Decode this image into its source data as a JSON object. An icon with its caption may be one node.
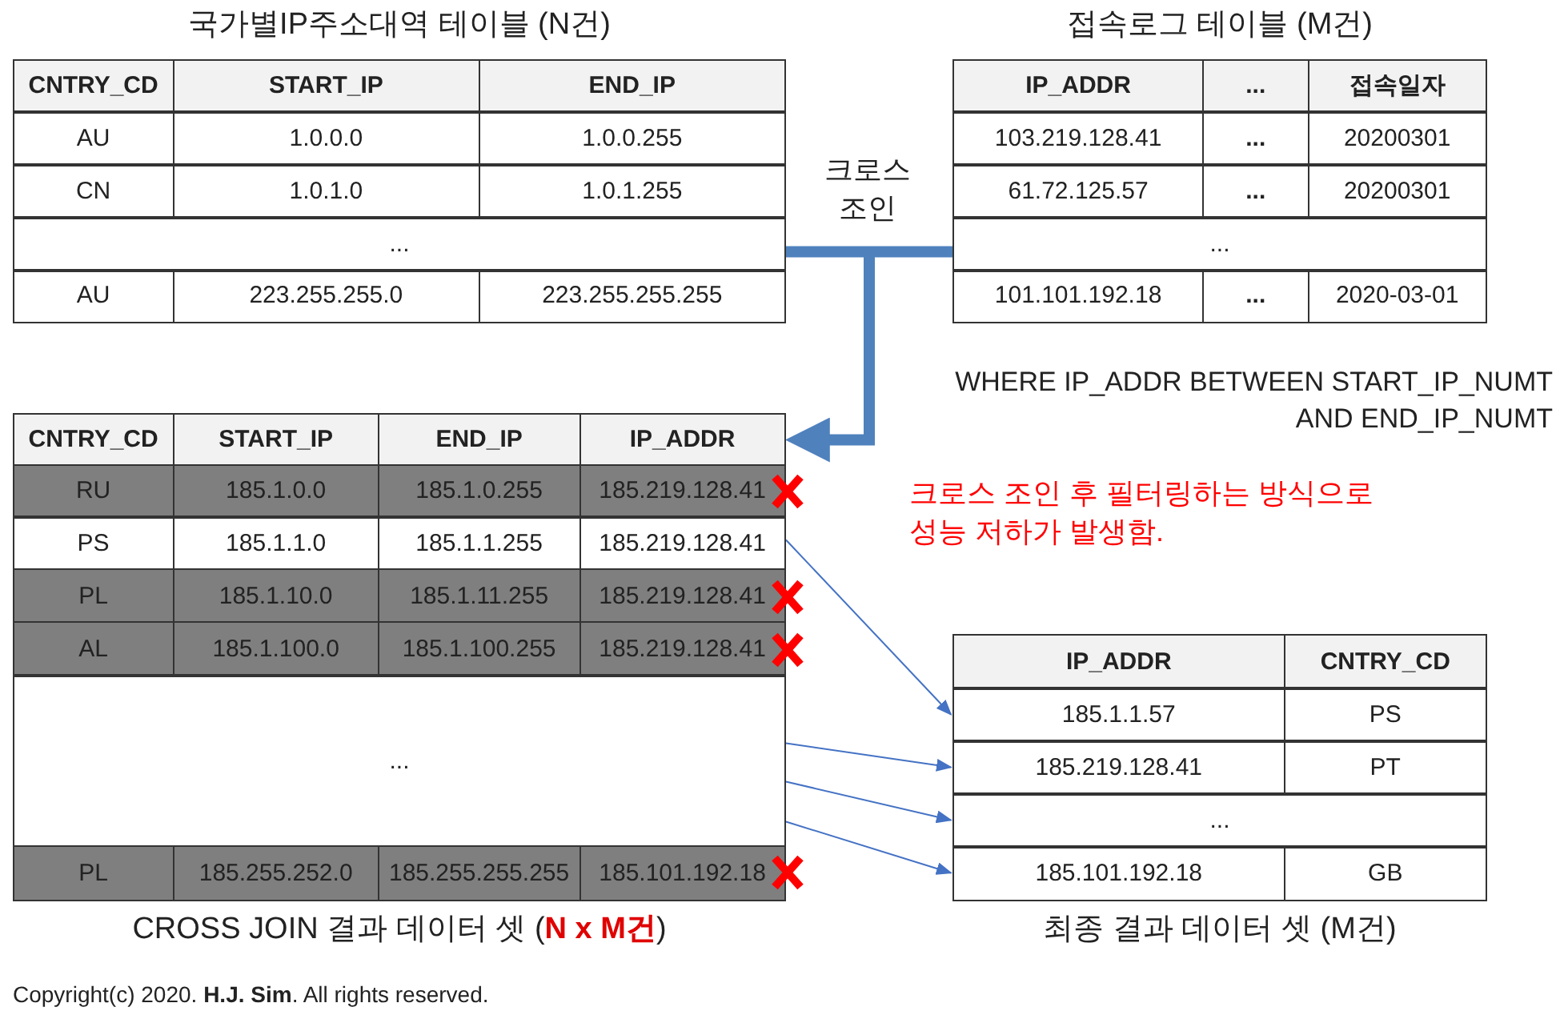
{
  "diagram": {
    "nodes": [
      {
        "text": [
          "국가별IP주소대역 테이블 (N건)"
        ]
      },
      {
        "text": [
          "CNTRY_CD",
          "START_IP",
          "END_IP"
        ],
        "in": 0
      },
      {
        "text": [
          "AU",
          "1.0.0.0",
          "1.0.0.255"
        ],
        "in": 0
      },
      {
        "text": [
          "CN",
          "1.0.1.0",
          "1.0.1.255"
        ],
        "in": 0
      },
      {
        "text": [
          "..."
        ],
        "in": 0
      },
      {
        "text": [
          "AU",
          "223.255.255.0",
          "223.255.255.255"
        ],
        "in": 0
      },
      {
        "text": [
          "접속로그 테이블 (M건)"
        ]
      },
      {
        "text": [
          "IP_ADDR",
          "...",
          "접속일자"
        ],
        "in": 6
      },
      {
        "text": [
          "103.219.128.41",
          "...",
          "20200301"
        ],
        "in": 6
      },
      {
        "text": [
          "61.72.125.57",
          "...",
          "20200301"
        ],
        "in": 6
      },
      {
        "text": [
          "..."
        ],
        "in": 6
      },
      {
        "text": [
          "101.101.192.18",
          "...",
          "2020-03-01"
        ],
        "in": 6
      },
      {
        "text": [
          "CROSS JOIN 결과 데이터 셋 (**N x M건**)"
        ]
      },
      {
        "text": [
          "CNTRY_CD",
          "START_IP",
          "END_IP",
          "IP_ADDR"
        ],
        "in": 12
      },
      {
        "text": [
          "RU",
          "185.1.0.0",
          "185.1.0.255",
          "185.219.128.41"
        ],
        "in": 12
      },
      {
        "text": [
          "PS",
          "185.1.1.0",
          "185.1.1.255",
          "185.219.128.41"
        ],
        "in": 12
      },
      {
        "text": [
          "PL",
          "185.1.10.0",
          "185.1.11.255",
          "185.219.128.41"
        ],
        "in": 12
      },
      {
        "text": [
          "AL",
          "185.1.100.0",
          "185.1.100.255",
          "185.219.128.41"
        ],
        "in": 12
      },
      {
        "text": [
          "..."
        ],
        "in": 12
      },
      {
        "text": [
          "PL",
          "185.255.252.0",
          "185.255.255.255",
          "185.101.192.18"
        ],
        "in": 12
      },
      {
        "text": [
          "최종 결과 데이터 셋 (M건)"
        ]
      },
      {
        "text": [
          "IP_ADDR",
          "CNTRY_CD"
        ],
        "in": 20
      },
      {
        "text": [
          "185.1.1.57",
          "PS"
        ],
        "in": 20
      },
      {
        "text": [
          "185.219.128.41",
          "PT"
        ],
        "in": 20
      },
      {
        "text": [
          "..."
        ],
        "in": 20
      },
      {
        "text": [
          "185.101.192.18",
          "GB"
        ],
        "in": 20
      }
    ],
    "edges": [
      {
        "from": 4,
        "to": 13,
        "arrow": "to",
        "style": "thick"
      },
      {
        "from": 10,
        "to": 13,
        "arrow": "to",
        "style": "thick"
      },
      {
        "from": 15,
        "to": 22,
        "arrow": "to"
      },
      {
        "from": 18,
        "to": 23,
        "arrow": "to"
      },
      {
        "from": 18,
        "to": 24,
        "arrow": "to"
      },
      {
        "from": 18,
        "to": 25,
        "arrow": "to"
      }
    ],
    "labels": [
      "크로스 조인",
      "WHERE IP_ADDR BETWEEN START_IP_NUMT AND END_IP_NUMT",
      "크로스 조인 후 필터링하는 방식으로 성능 저하가 발생함.",
      "Copyright(c) 2020. **H.J. Sim**. All rights reserved."
    ]
  }
}
